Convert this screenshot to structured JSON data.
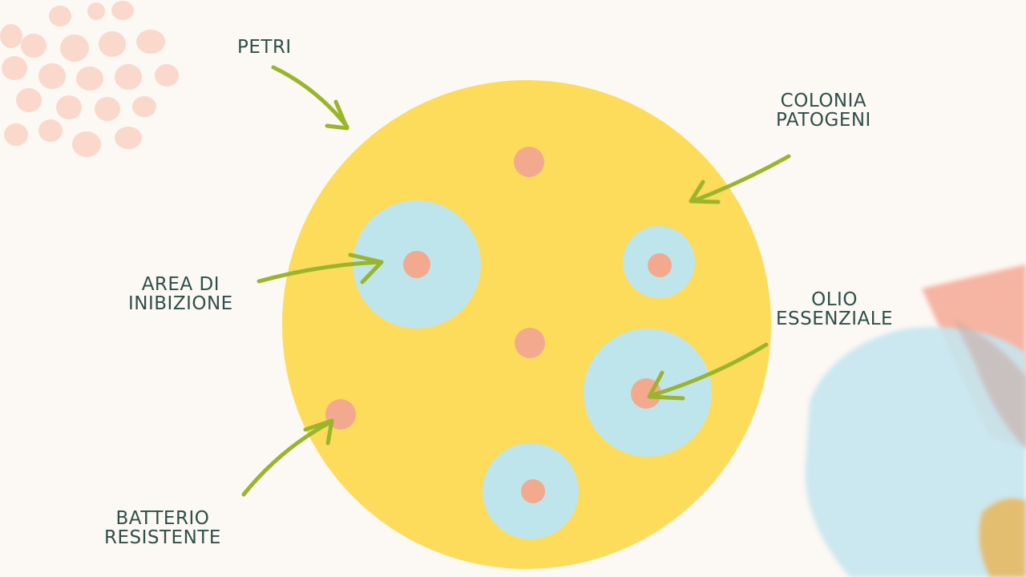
{
  "colors": {
    "background": "#fcf8f3",
    "petri_agar": "#fcdc5a",
    "inhibition_zone": "#bfe5ec",
    "colony": "#f2a98e",
    "arrow": "#9bb52b",
    "text": "#2f4f4a",
    "decor_dots": "#fad9cc",
    "decor_blue": "#c6e6ef",
    "decor_salmon": "#f5a995",
    "decor_gold": "#e8b65a"
  },
  "labels": {
    "petri": "PETRI",
    "colonia_patogeni": [
      "COLONIA",
      "PATOGENI"
    ],
    "area_di_inibizione": [
      "AREA DI",
      "INIBIZIONE"
    ],
    "olio_essenziale": [
      "OLIO",
      "ESSENZIALE"
    ],
    "batterio_resistente": [
      "BATTERIO",
      "RESISTENTE"
    ]
  }
}
